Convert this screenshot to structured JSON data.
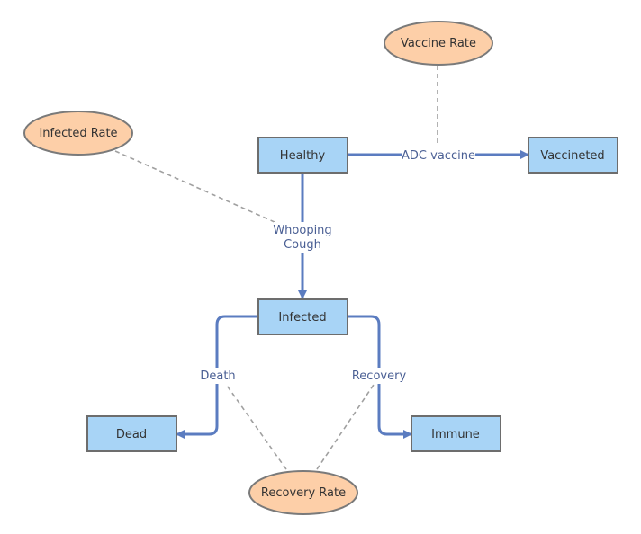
{
  "diagram": {
    "stocks": {
      "healthy": "Healthy",
      "vaccinated": "Vaccineted",
      "infected": "Infected",
      "dead": "Dead",
      "immune": "Immune"
    },
    "parameters": {
      "vaccine_rate": "Vaccine Rate",
      "infected_rate": "Infected Rate",
      "recovery_rate": "Recovery Rate"
    },
    "flows": {
      "adc_vaccine": "ADC vaccine",
      "whooping_line1": "Whooping",
      "whooping_line2": "Cough",
      "death": "Death",
      "recovery": "Recovery"
    },
    "colors": {
      "stock_fill": "#a8d4f6",
      "stock_border": "#6d6d6d",
      "param_fill": "#fdcfa8",
      "param_border": "#7a7a7a",
      "flow_line": "#5b7cc0",
      "influence_line": "#a0a0a0"
    }
  }
}
